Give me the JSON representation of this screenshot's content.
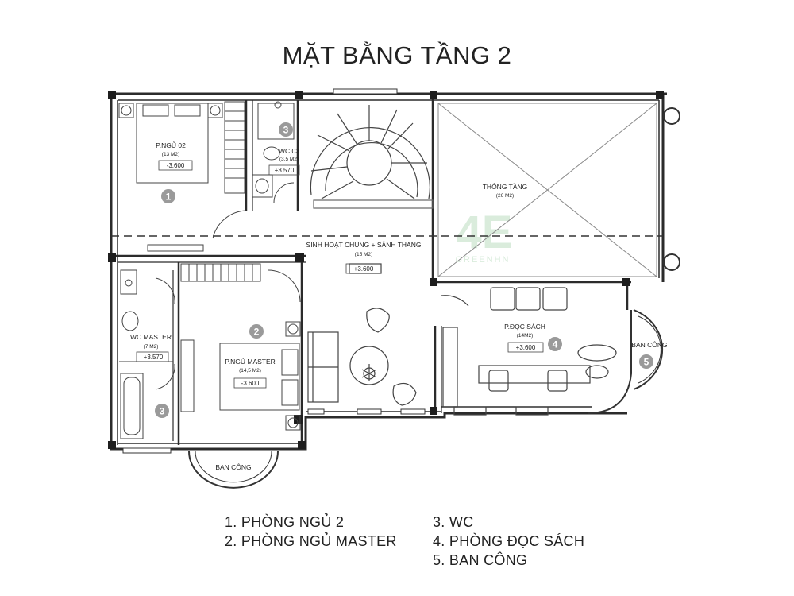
{
  "title": "MẶT BẰNG TẦNG 2",
  "rooms": {
    "bedroom2": {
      "name": "P.NGỦ 02",
      "area": "(13 M2)",
      "level": "-3.600"
    },
    "master": {
      "name": "P.NGỦ MASTER",
      "area": "(14,5 M2)",
      "level": "-3.600"
    },
    "wc3": {
      "name": "WC 03",
      "area": "(3,5 M2)",
      "level": "+3.570"
    },
    "wc_master": {
      "name": "WC MASTER",
      "area": "(7 M2)",
      "level": "+3.570"
    },
    "thong_tang": {
      "name": "THÔNG TẦNG",
      "area": "(26 M2)"
    },
    "living": {
      "name": "SINH HOẠT CHUNG + SẢNH THANG",
      "area": "(15 M2)",
      "level": "+3.600"
    },
    "reading": {
      "name": "P.ĐỌC SÁCH",
      "area": "(14M2)",
      "level": "+3.600"
    },
    "balcony_front": {
      "name": "BAN CÔNG"
    },
    "balcony_right": {
      "name": "BAN CÔNG"
    }
  },
  "markers": [
    "1",
    "2",
    "3",
    "3",
    "4",
    "5"
  ],
  "watermark": {
    "mark": "4E",
    "text": "GREENHN"
  },
  "legend": {
    "left": [
      "1. PHÒNG NGỦ 2",
      "2. PHÒNG NGỦ MASTER"
    ],
    "right": [
      "3. WC",
      "4. PHÒNG ĐỌC SÁCH",
      "5. BAN CÔNG"
    ]
  },
  "colors": {
    "wall": "#2b2b2b",
    "line": "#555555",
    "marker": "#9a9a9a",
    "watermark": "#cfe6d3"
  }
}
